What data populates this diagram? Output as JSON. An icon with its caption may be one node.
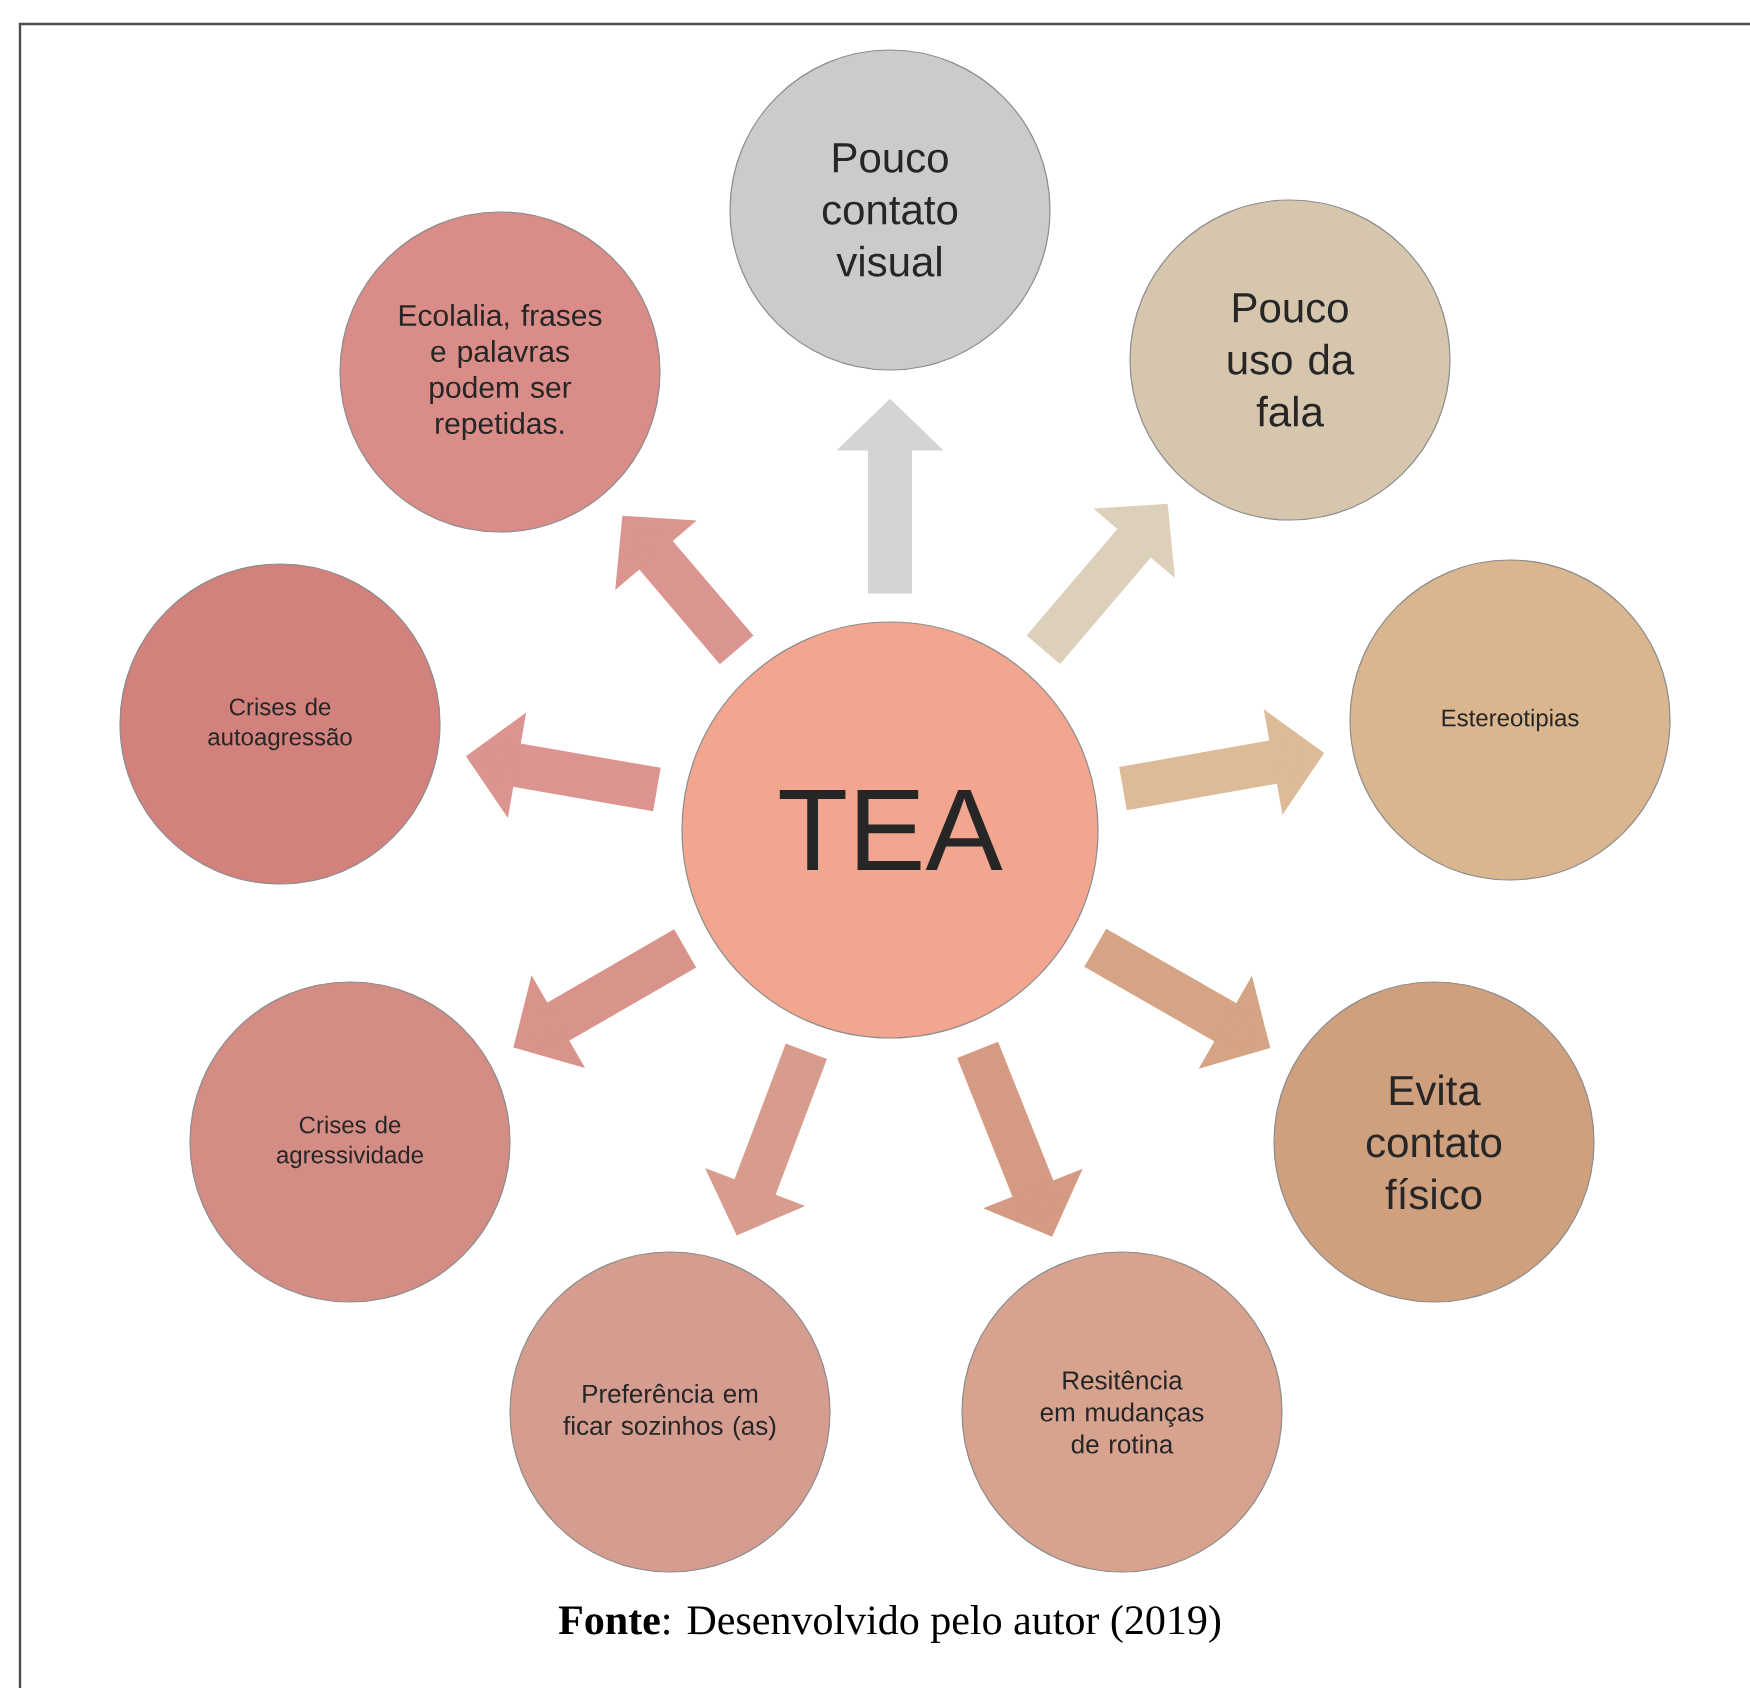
{
  "diagram": {
    "caption": "**Fonte**: Desenvolvido pelo autor (2019)",
    "nodes": [
      {
        "text": [
          "TEA"
        ]
      },
      {
        "text": [
          "Pouco contato visual"
        ]
      },
      {
        "text": [
          "Pouco uso da fala"
        ]
      },
      {
        "text": [
          "Estereotipias"
        ]
      },
      {
        "text": [
          "Evita contato físico"
        ]
      },
      {
        "text": [
          "Resitência em mudanças de rotina"
        ]
      },
      {
        "text": [
          "Preferência em ficar sozinhos (as)"
        ]
      },
      {
        "text": [
          "Crises de agressividade"
        ]
      },
      {
        "text": [
          "Crises de autoagressão"
        ]
      },
      {
        "text": [
          "Ecolalia, frases e palavras podem ser repetidas."
        ]
      }
    ],
    "edges": [
      {
        "from": 0,
        "to": 1,
        "arrow": "to"
      },
      {
        "from": 0,
        "to": 2,
        "arrow": "to"
      },
      {
        "from": 0,
        "to": 3,
        "arrow": "to"
      },
      {
        "from": 0,
        "to": 4,
        "arrow": "to"
      },
      {
        "from": 0,
        "to": 5,
        "arrow": "to"
      },
      {
        "from": 0,
        "to": 6,
        "arrow": "to"
      },
      {
        "from": 0,
        "to": 7,
        "arrow": "to"
      },
      {
        "from": 0,
        "to": 8,
        "arrow": "to"
      },
      {
        "from": 0,
        "to": 9,
        "arrow": "to"
      }
    ]
  }
}
